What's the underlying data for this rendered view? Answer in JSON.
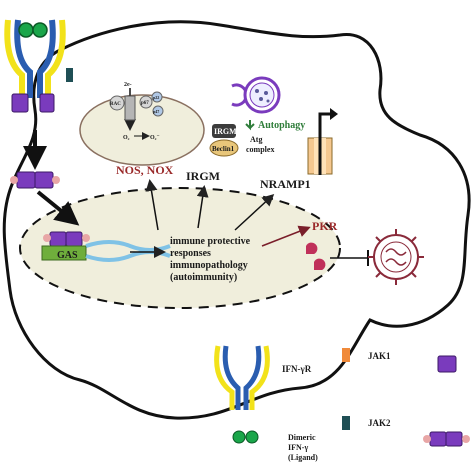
{
  "labels": {
    "nos_nox": "NOS, NOX",
    "irgm": "IRGM",
    "nramp1": "NRAMP1",
    "pkr": "PKR",
    "gas": "GAS",
    "response_line1": "immune protective",
    "response_line2": "responses",
    "response_line3": "immunopathology",
    "response_line4": "(autoimmunity)",
    "autophagy": "Autophagy",
    "irgm_box": "IRGM",
    "beclin1": "Beclin1",
    "atg_line1": "Atg",
    "atg_line2": "complex",
    "nox_e": "2e-",
    "nox_o2": "O₂",
    "nox_o2m": "O₂⁻",
    "p67": "p67",
    "p22": "p22",
    "p47": "p47",
    "rac": "RAC"
  },
  "legend": {
    "receptor": "IFN-γR",
    "jak1": "JAK1",
    "jak2": "JAK2",
    "ligand_line1": "Dimeric",
    "ligand_line2": "IFN-γ",
    "ligand_line3": "(Ligand)"
  },
  "colors": {
    "blue": "#2a5db0",
    "yellow": "#f2e21a",
    "purple": "#7a3bbd",
    "green_ligand": "#1aa64a",
    "jak1": "#f08a3a",
    "jak2": "#1f4f55",
    "gas_green": "#6fae3c",
    "nucleus_fill": "#f0eedc",
    "label_red": "#9a2a2a",
    "autophagy_green": "#2f7d3a"
  }
}
